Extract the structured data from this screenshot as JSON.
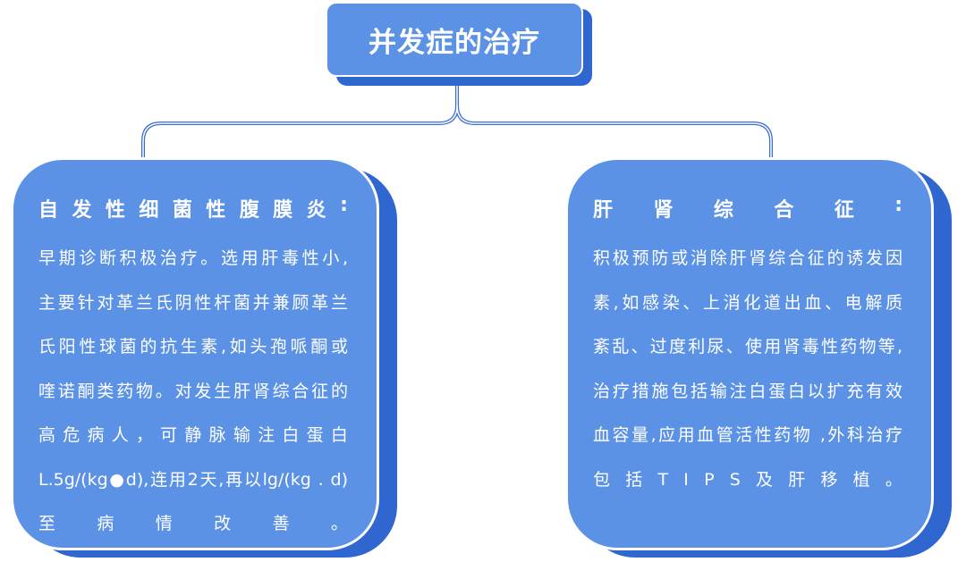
{
  "title": "并发症的治疗",
  "left": {
    "heading": "自发性细菌性腹膜炎:",
    "lines": [
      "早期诊断积极治疗。选用肝毒性小,",
      "主要针对革兰氏阴性杆菌并兼顾革兰",
      "氏阳性球菌的抗生素,如头孢哌酮或",
      "喹诺酮类药物。对发生肝肾综合征的",
      "高危病人，可静脉输注白蛋白",
      "L.5g/(kg●d),连用2天,再以lg/(kg . d)",
      "至病情改善。"
    ]
  },
  "right": {
    "heading": "肝肾综合征:",
    "lines": [
      "积极预防或消除肝肾综合征的诱发因",
      "素,如感染、上消化道出血、电解质",
      "紊乱、过度利尿、使用肾毒性药物等,",
      "治疗措施包括输注白蛋白以扩充有效",
      "血容量,应用血管活性药物 ,外科治疗",
      "包括TIPS及肝移植。"
    ]
  },
  "colors": {
    "box_fill": "#5b92e6",
    "box_shadow": "#2f66cf",
    "connector": "#3b6fd1",
    "text": "#ffffff"
  }
}
